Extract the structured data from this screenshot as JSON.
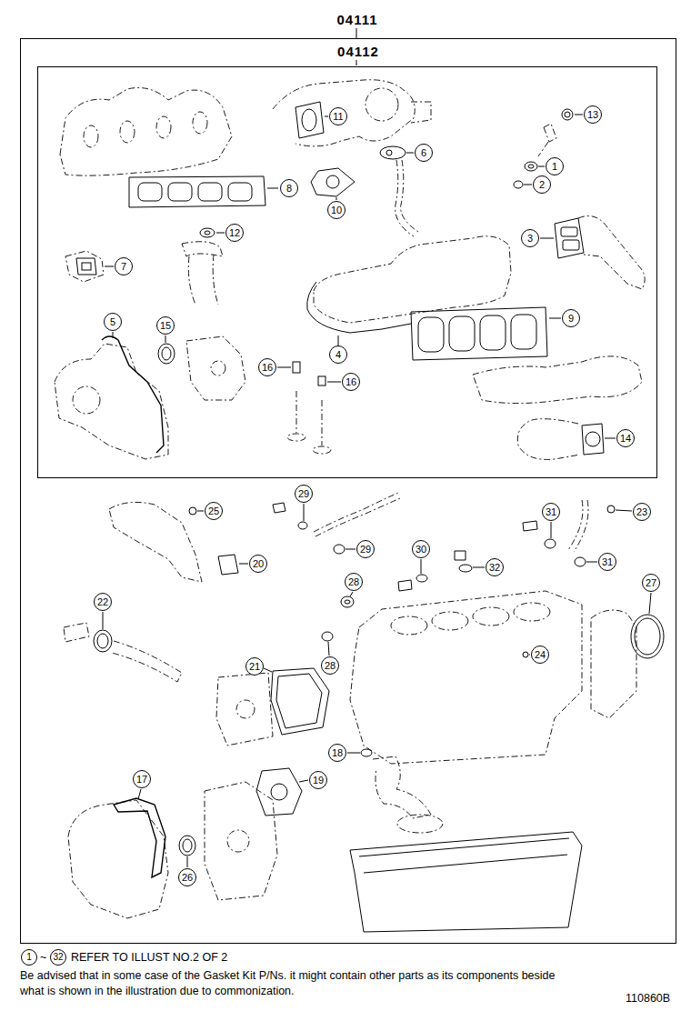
{
  "diagram": {
    "nodes": [
      {
        "text": [
          "04111"
        ]
      },
      {
        "text": [
          "04112"
        ],
        "in": 0
      }
    ],
    "labels": [
      "11",
      "13",
      "6",
      "1",
      "2",
      "8",
      "10",
      "12",
      "3",
      "7",
      "9",
      "5",
      "15",
      "4",
      "16",
      "16",
      "14",
      "29",
      "25",
      "31",
      "23",
      "29",
      "30",
      "31",
      "20",
      "32",
      "28",
      "27",
      "22",
      "24",
      "28",
      "21",
      "18",
      "19",
      "17",
      "26",
      "1",
      "~",
      "32",
      "REFER TO ILLUST NO.2 OF 2",
      "Be advised that in some case of the Gasket Kit P/Ns.  it might contain other parts as its components beside what is shown in the illustration due to commonization.",
      "110860B"
    ]
  }
}
